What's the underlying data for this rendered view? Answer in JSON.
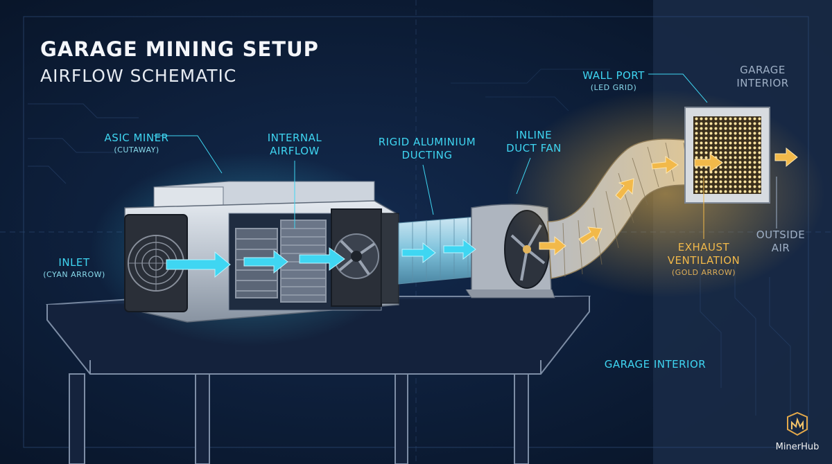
{
  "title": {
    "main": "GARAGE MINING SETUP",
    "sub": "AIRFLOW SCHEMATIC"
  },
  "labels": {
    "asic_miner": {
      "main": "ASIC MINER",
      "sub": "(CUTAWAY)"
    },
    "internal_airflow": {
      "line1": "INTERNAL",
      "line2": "AIRFLOW"
    },
    "ducting": {
      "line1": "RIGID ALUMINIUM",
      "line2": "DUCTING"
    },
    "duct_fan": {
      "line1": "INLINE",
      "line2": "DUCT FAN"
    },
    "wall_port": {
      "main": "WALL PORT",
      "sub": "(LED GRID)"
    },
    "garage_interior_top": {
      "line1": "GARAGE",
      "line2": "INTERIOR"
    },
    "inlet": {
      "main": "INLET",
      "sub": "(CYAN ARROW)"
    },
    "outside_air": {
      "line1": "OUTSIDE",
      "line2": "AIR"
    },
    "exhaust": {
      "line1": "EXHAUST",
      "line2": "VENTILATION",
      "sub": "(GOLD ARROW)"
    },
    "garage_interior_bottom": "GARAGE INTERIOR"
  },
  "logo": {
    "text": "MinerHub",
    "icon": "minerhub-logo-icon"
  },
  "colors": {
    "background": "#0b1a33",
    "intake_arrow": "#3fd6f2",
    "exhaust_arrow": "#f2b94a",
    "wall_panel": "#1a2c48",
    "label_gray": "#9fb0c6"
  },
  "icons": [
    "intake-arrow",
    "exhaust-arrow",
    "fan-icon",
    "heatsink",
    "led-grid-icon"
  ]
}
